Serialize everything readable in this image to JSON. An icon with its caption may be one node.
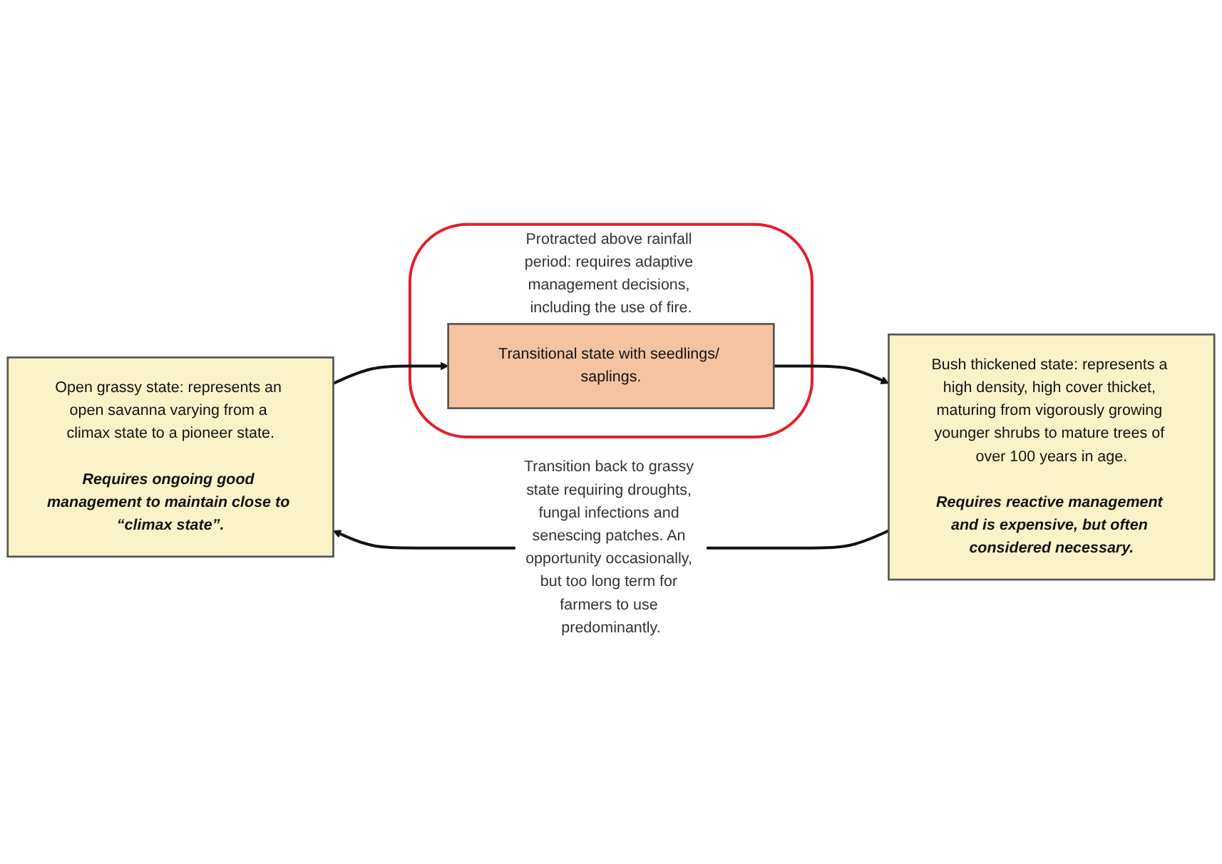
{
  "diagram": {
    "nodes": [
      {
        "text": [
          "Open grassy state: represents an open savanna varying from a climax state to a pioneer state.",
          "Requires ongoing good management to maintain close to “climax state”."
        ]
      },
      {
        "text": [
          "Protracted above rainfall period: requires adaptive management decisions, including the use of fire."
        ]
      },
      {
        "text": [
          "Transitional state with seedlings/ saplings."
        ],
        "in": 1
      },
      {
        "text": [
          "Bush thickened state: represents a high density, high cover thicket, maturing from vigorously growing younger shrubs to mature trees of over 100 years in age.",
          "Requires reactive management and is expensive, but often considered necessary."
        ]
      }
    ],
    "edges": [
      {
        "from": 0,
        "to": 2,
        "arrow": "to"
      },
      {
        "from": 2,
        "to": 3,
        "arrow": "to"
      },
      {
        "from": 3,
        "to": 0,
        "arrow": "to",
        "label": "Transition back to grassy state requiring droughts, fungal infections and senescing patches. An opportunity occasionally, but too long term for farmers to use predominantly."
      }
    ]
  }
}
